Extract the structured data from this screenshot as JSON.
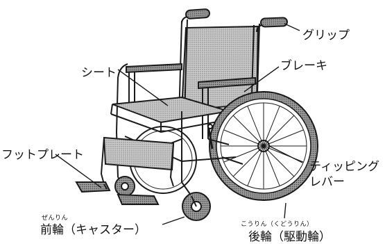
{
  "labels": {
    "grip": "グリップ",
    "brake": "ブレーキ",
    "seat": "シート",
    "footplate": "フットプレート",
    "tipping_lever_line1": "ティッピング",
    "tipping_lever_line2": "レバー",
    "front_wheel_ruby": "ぜんりん",
    "front_wheel": "前輪（キャスター）",
    "rear_wheel_ruby": "こうりん（くどうりん）",
    "rear_wheel": "後輪（駆動輪）"
  },
  "colors": {
    "ink": "#1a1a1a",
    "fabric": "#b5b5b5",
    "tire": "#8a8a8a",
    "paper": "#ffffff"
  }
}
